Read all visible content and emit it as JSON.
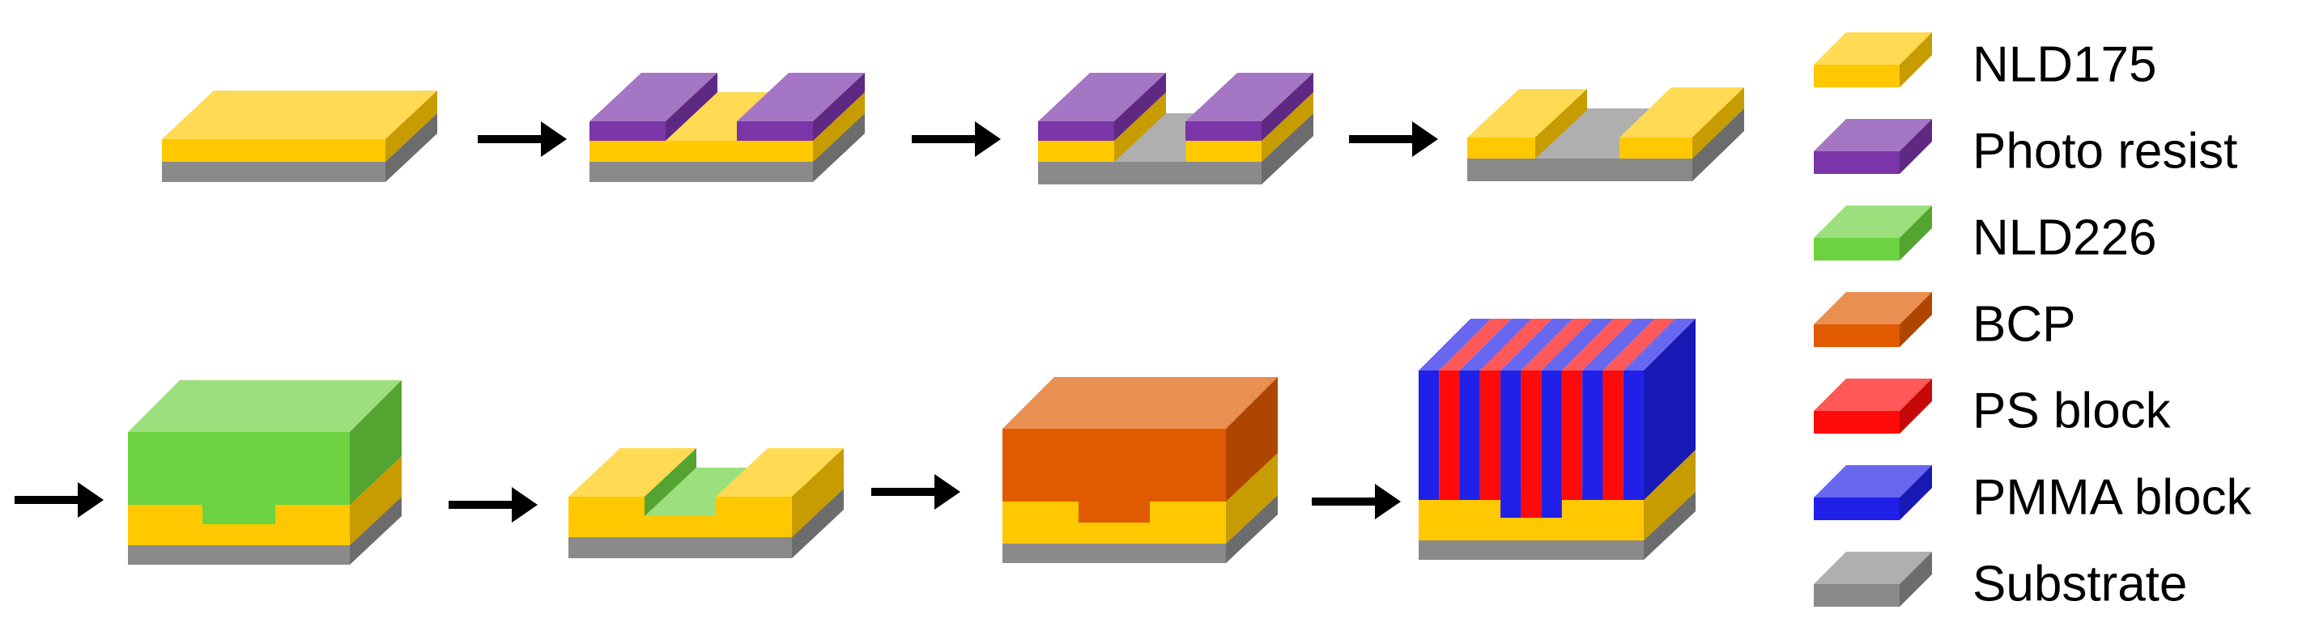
{
  "colors": {
    "nld175": "#ffc800",
    "photoresist": "#7a35a8",
    "nld226": "#6cd23f",
    "bcp": "#e05a00",
    "ps": "#ff0a0a",
    "pmma": "#2020e8",
    "substrate": "#8a8a8a",
    "arrow": "#000000"
  },
  "legend": [
    {
      "id": "nld175",
      "label": "NLD175"
    },
    {
      "id": "photoresist",
      "label": "Photo resist"
    },
    {
      "id": "nld226",
      "label": "NLD226"
    },
    {
      "id": "bcp",
      "label": "BCP"
    },
    {
      "id": "ps",
      "label": "PS block"
    },
    {
      "id": "pmma",
      "label": "PMMA block"
    },
    {
      "id": "substrate",
      "label": "Substrate"
    }
  ],
  "steps": [
    {
      "id": "nld175-film",
      "row": 1
    },
    {
      "id": "photoresist-patterned",
      "row": 1
    },
    {
      "id": "nld175-etched",
      "row": 1
    },
    {
      "id": "photoresist-stripped",
      "row": 1
    },
    {
      "id": "nld226-coated",
      "row": 2
    },
    {
      "id": "nld226-planarized",
      "row": 2
    },
    {
      "id": "bcp-coated",
      "row": 2
    },
    {
      "id": "bcp-assembled",
      "row": 2
    }
  ]
}
